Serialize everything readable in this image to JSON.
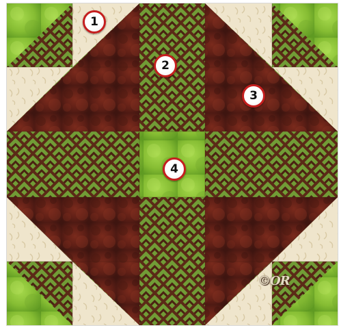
{
  "block": {
    "markers": [
      "1",
      "2",
      "3",
      "4"
    ],
    "watermark": "©OR"
  },
  "colors": {
    "lime": "#8fc23a",
    "cream": "#efe6cf",
    "lattice_green": "#6f9a34",
    "lattice_brown": "#5a2a18",
    "dark_red_brown": "#6b2218",
    "center_green": "#93c742",
    "marker_ring": "#c51e1e"
  }
}
